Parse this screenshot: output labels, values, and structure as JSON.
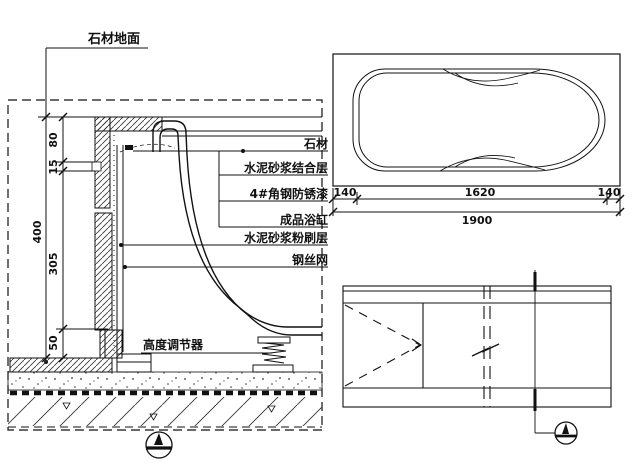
{
  "section": {
    "floor_finish": "石材地面",
    "callouts": [
      "石材",
      "水泥砂浆结合层",
      "4#角钢防锈漆",
      "成品浴缸",
      "水泥砂浆粉刷层",
      "钢丝网"
    ],
    "height_adjuster": "高度调节器",
    "dims": {
      "deck_height": "80",
      "recess": "15",
      "body": "305",
      "total": "400",
      "skirt": "50"
    }
  },
  "plan": {
    "dims": {
      "left_margin": "140",
      "tub_length": "1620",
      "right_margin": "140",
      "overall": "1900"
    }
  },
  "colors": {
    "line": "#111111",
    "background": "#ffffff"
  }
}
